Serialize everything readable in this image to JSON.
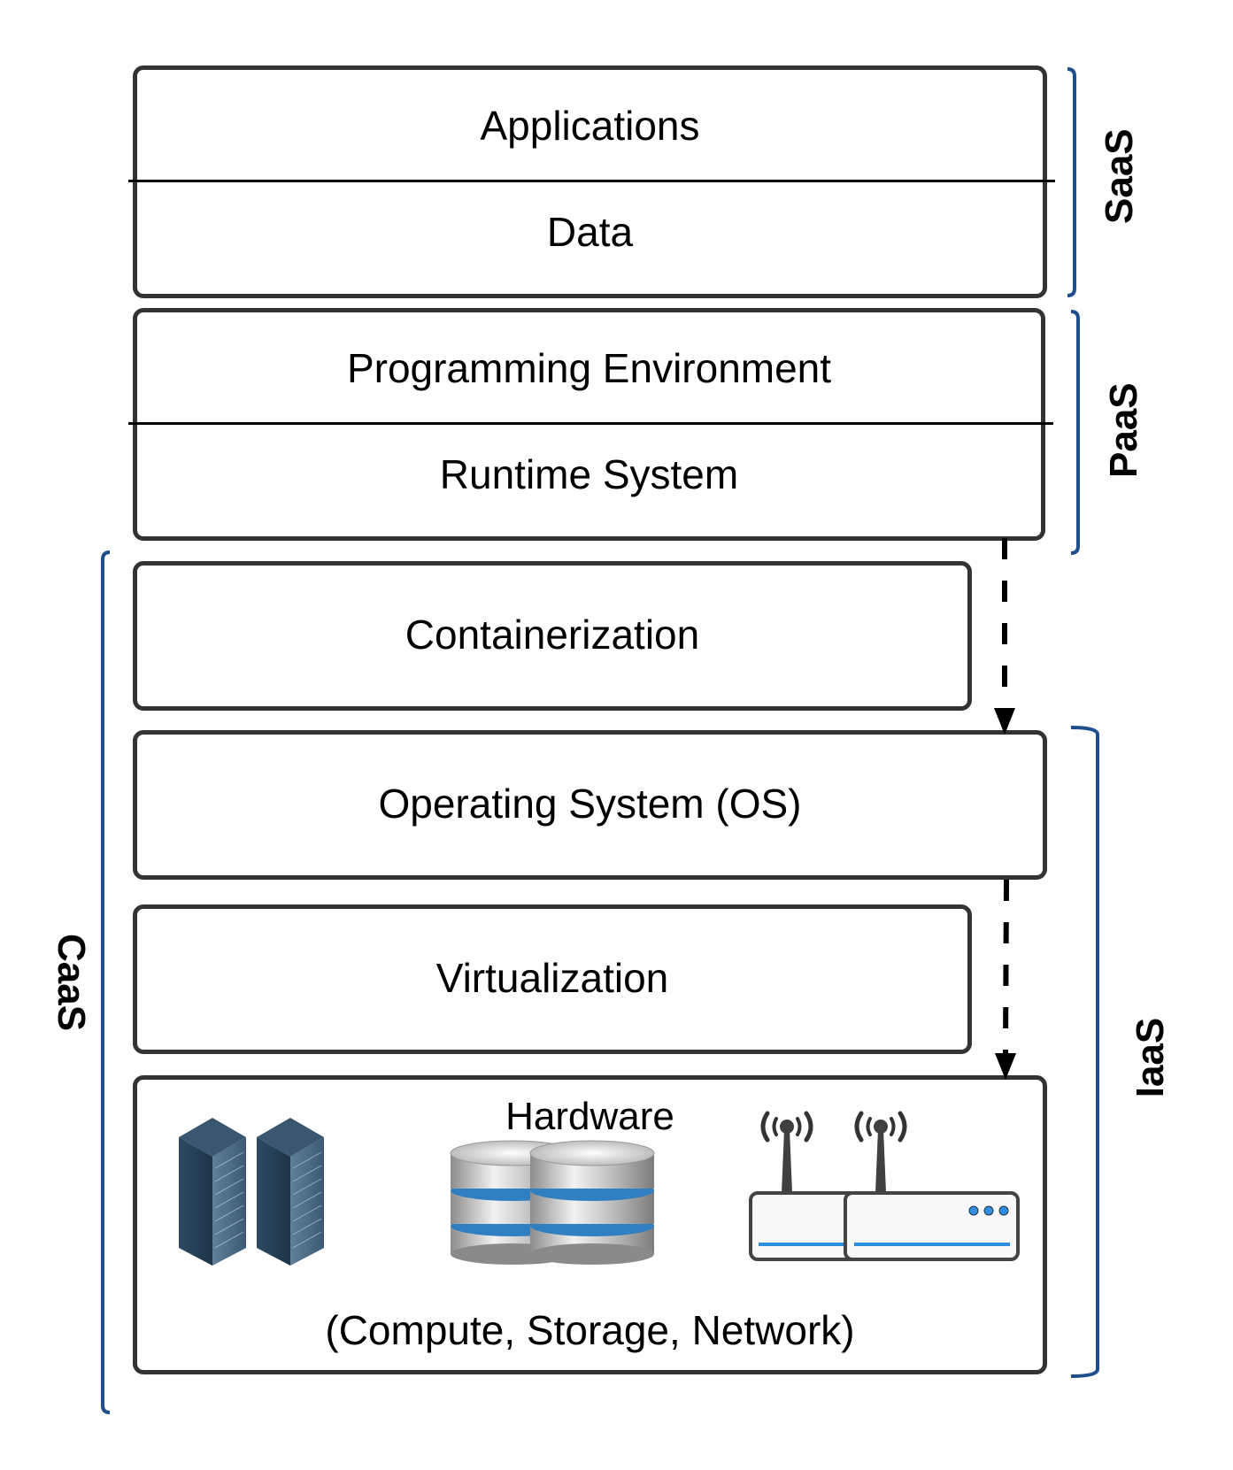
{
  "layers": {
    "applications": "Applications",
    "data": "Data",
    "programming_environment": "Programming Environment",
    "runtime_system": "Runtime  System",
    "containerization": "Containerization",
    "operating_system": "Operating System (OS)",
    "virtualization": "Virtualization",
    "hardware": "Hardware",
    "hardware_detail": "(Compute, Storage, Network)"
  },
  "brackets": {
    "saas": "SaaS",
    "paas": "PaaS",
    "caas": "CaaS",
    "iaas": "IaaS"
  },
  "hardware_icons": [
    "server-rack-icon",
    "database-storage-icon",
    "wireless-router-icon"
  ],
  "colors": {
    "box_border": "#333333",
    "bracket": "#1f4e8c",
    "divider": "#000000"
  }
}
